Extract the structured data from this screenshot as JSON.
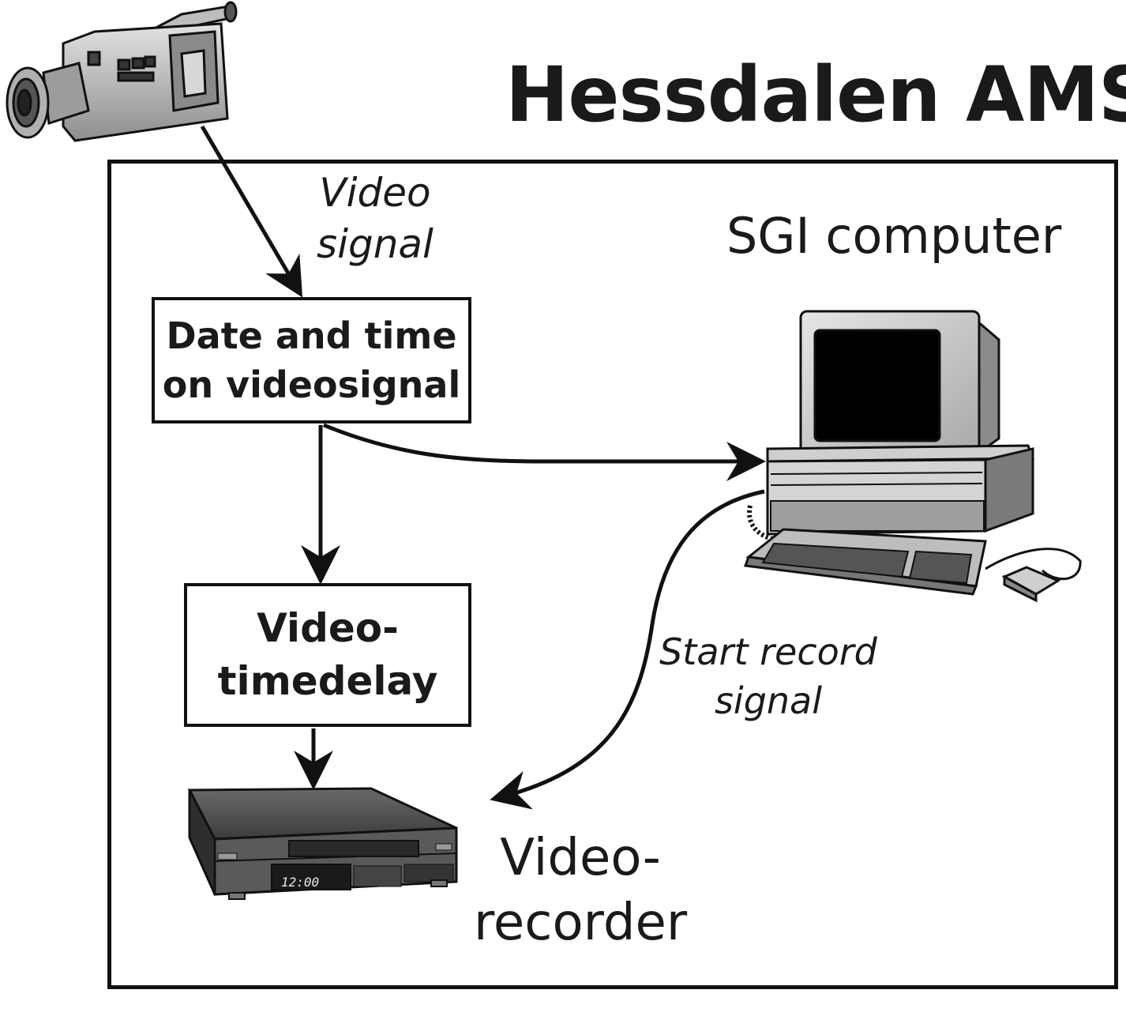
{
  "title": "Hessdalen AMS",
  "labels": {
    "video_signal_line1": "Video",
    "video_signal_line2": "signal",
    "sgi_computer": "SGI computer",
    "date_time_line1": "Date and time",
    "date_time_line2": "on videosignal",
    "timedelay_line1": "Video-",
    "timedelay_line2": "timedelay",
    "start_record_line1": "Start record",
    "start_record_line2": "signal",
    "recorder_line1": "Video-",
    "recorder_line2": "recorder",
    "vcr_clock": "12:00"
  },
  "icons": {
    "camera": "video-camera-icon",
    "computer": "desktop-computer-icon",
    "recorder": "vcr-icon"
  },
  "colors": {
    "ink": "#111111",
    "device_light": "#cfcfcf",
    "device_mid": "#9a9a9a",
    "device_dark": "#4a4a4a"
  }
}
